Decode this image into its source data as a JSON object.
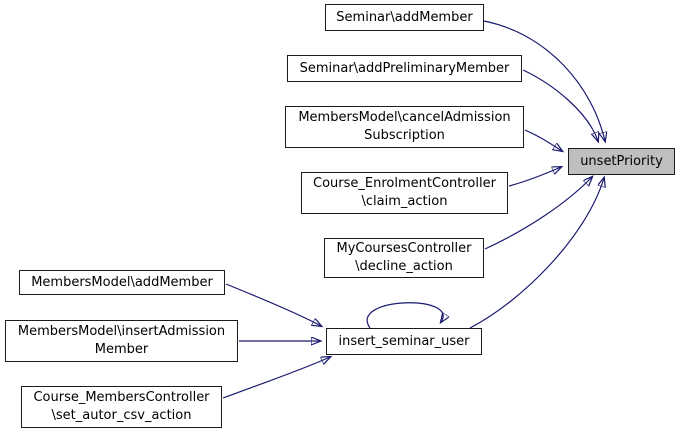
{
  "graph": {
    "type": "call-graph",
    "highlighted_node": "unsetPriority",
    "colors": {
      "edge": "#191970",
      "node_fill": "#ffffff",
      "node_border": "#1c1c1c",
      "highlight_fill": "#bfbfbf",
      "text": "#000000"
    },
    "nodes": [
      {
        "id": "seminar-addmember",
        "label": "Seminar\\addMember"
      },
      {
        "id": "seminar-addpreliminarymember",
        "label": "Seminar\\addPreliminaryMember"
      },
      {
        "id": "membersmodel-canceladmission-subscription",
        "label": "MembersModel\\cancelAdmission\nSubscription"
      },
      {
        "id": "course-enrolmentcontroller-claim-action",
        "label": "Course_EnrolmentController\n\\claim_action"
      },
      {
        "id": "mycoursescontroller-decline-action",
        "label": "MyCoursesController\n\\decline_action"
      },
      {
        "id": "insert-seminar-user",
        "label": "insert_seminar_user"
      },
      {
        "id": "unsetpriority",
        "label": "unsetPriority"
      },
      {
        "id": "membersmodel-addmember",
        "label": "MembersModel\\addMember"
      },
      {
        "id": "membersmodel-insertadmission-member",
        "label": "MembersModel\\insertAdmission\nMember"
      },
      {
        "id": "course-memberscontroller-set-autor-csv-action",
        "label": "Course_MembersController\n\\set_autor_csv_action"
      }
    ],
    "edges": [
      {
        "from": "seminar-addmember",
        "to": "unsetpriority"
      },
      {
        "from": "seminar-addpreliminarymember",
        "to": "unsetpriority"
      },
      {
        "from": "membersmodel-canceladmission-subscription",
        "to": "unsetpriority"
      },
      {
        "from": "course-enrolmentcontroller-claim-action",
        "to": "unsetpriority"
      },
      {
        "from": "mycoursescontroller-decline-action",
        "to": "unsetpriority"
      },
      {
        "from": "insert-seminar-user",
        "to": "unsetpriority"
      },
      {
        "from": "insert-seminar-user",
        "to": "insert-seminar-user"
      },
      {
        "from": "membersmodel-addmember",
        "to": "insert-seminar-user"
      },
      {
        "from": "membersmodel-insertadmission-member",
        "to": "insert-seminar-user"
      },
      {
        "from": "course-memberscontroller-set-autor-csv-action",
        "to": "insert-seminar-user"
      }
    ]
  }
}
